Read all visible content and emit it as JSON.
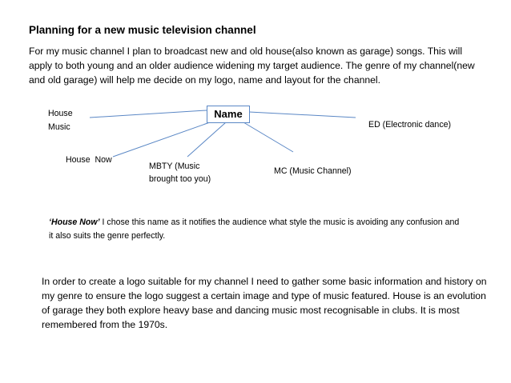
{
  "title": "Planning for a new music television channel",
  "intro": "For my music channel I plan to broadcast new and old house(also known as garage) songs. This will apply to both young and an older audience widening my target audience. The genre of my channel(new and old garage) will help me decide on my logo, name and layout for the channel.",
  "diagram": {
    "center": "Name",
    "nodes": {
      "house_music_1": "House",
      "house_music_2": "Music",
      "ed": "ED (Electronic dance)",
      "house_now": "House  Now",
      "mbty_1": "MBTY (Music",
      "mbty_2": "brought too you)",
      "mc": "MC (Music Channel)"
    },
    "line_color": "#5a87c5"
  },
  "note": {
    "lead": "‘House Now’",
    "text": " I chose this name as it notifies the audience what style the music is avoiding any confusion and it also suits the genre perfectly."
  },
  "closing": "In order to create a logo suitable for my channel I need to gather some basic information and history on my genre to ensure the logo suggest a certain image and type of music featured. House is an evolution of garage they both explore heavy base and dancing music most recognisable in clubs. It is most remembered from the 1970s."
}
